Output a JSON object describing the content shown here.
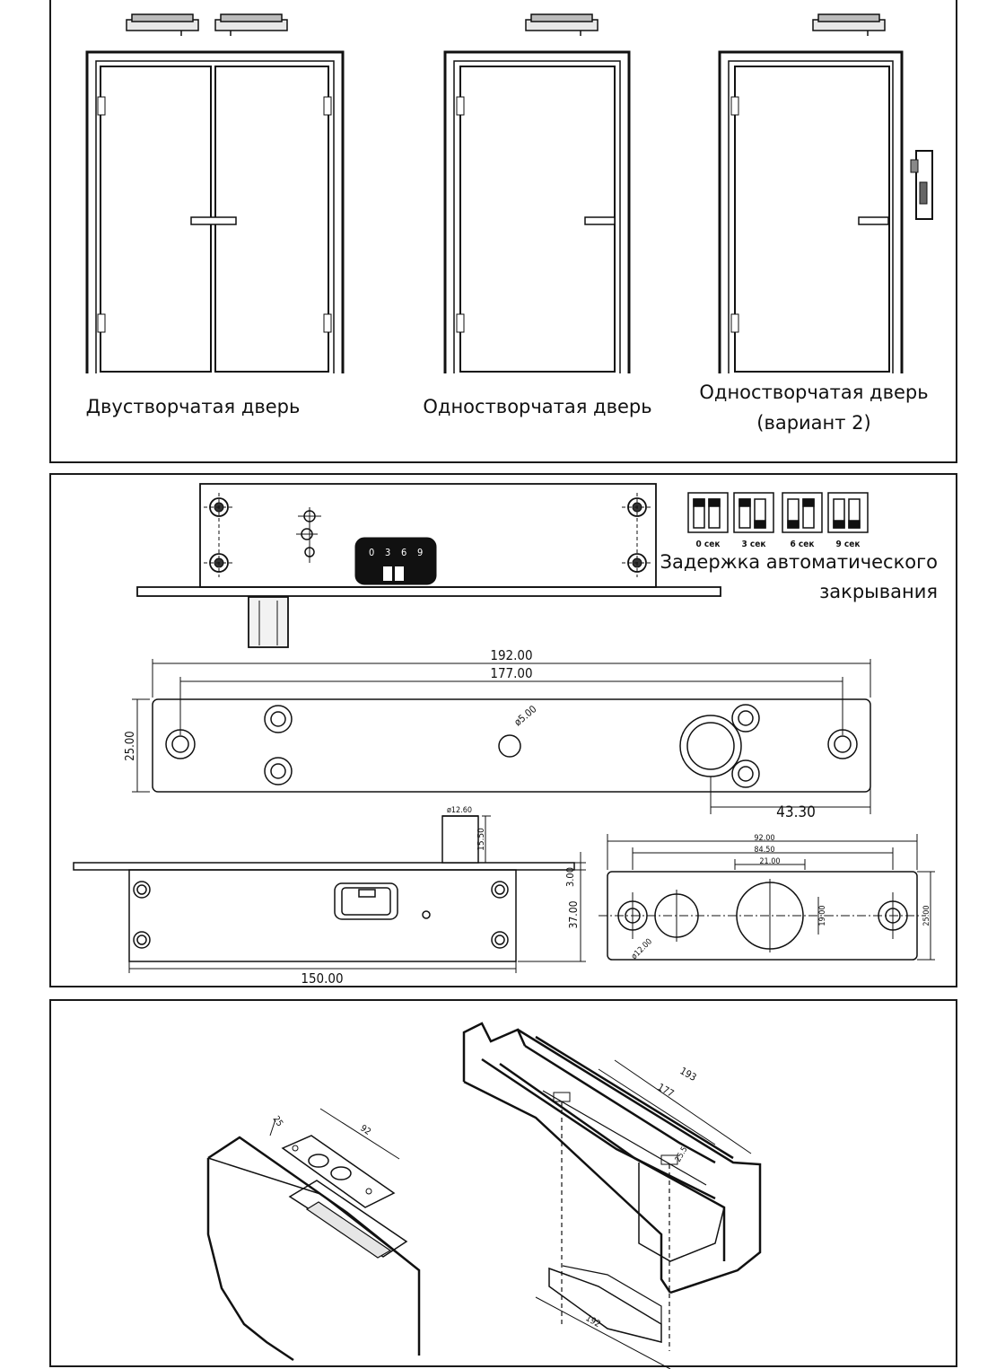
{
  "doors": {
    "double_caption": "Двустворчатая дверь",
    "single_caption": "Одностворчатая  дверь",
    "single_v2_caption_line1": "Одностворчатая дверь",
    "single_v2_caption_line2": "(вариант 2)"
  },
  "lock": {
    "selector_digits": [
      "0",
      "3",
      "6",
      "9"
    ],
    "delay_settings": [
      "0 сек",
      "3 сек",
      "6 сек",
      "9 сек"
    ],
    "delay_caption_line1": "Задержка автоматического",
    "delay_caption_line2": "закрывания",
    "top_view": {
      "length_total": "192.00",
      "length_holes": "177.00",
      "height": "25.00",
      "hole_dia": "ø5.00",
      "offset": "43.30"
    },
    "side_view": {
      "bolt_dia": "ø12.60",
      "bolt_height": "15.50",
      "flange": "3.00",
      "body_height": "37.00",
      "body_length": "150.00"
    },
    "strike_view": {
      "length_total": "92.00",
      "length_holes": "84.50",
      "opening_width": "21.00",
      "opening_height": "19.00",
      "height": "25.00",
      "hole_dia": "ø12.00"
    }
  },
  "install": {
    "strike_width": "25",
    "strike_length": "92",
    "frame_len_total": "193",
    "frame_len_holes": "177",
    "frame_depth": "25.5",
    "lock_length": "192"
  }
}
